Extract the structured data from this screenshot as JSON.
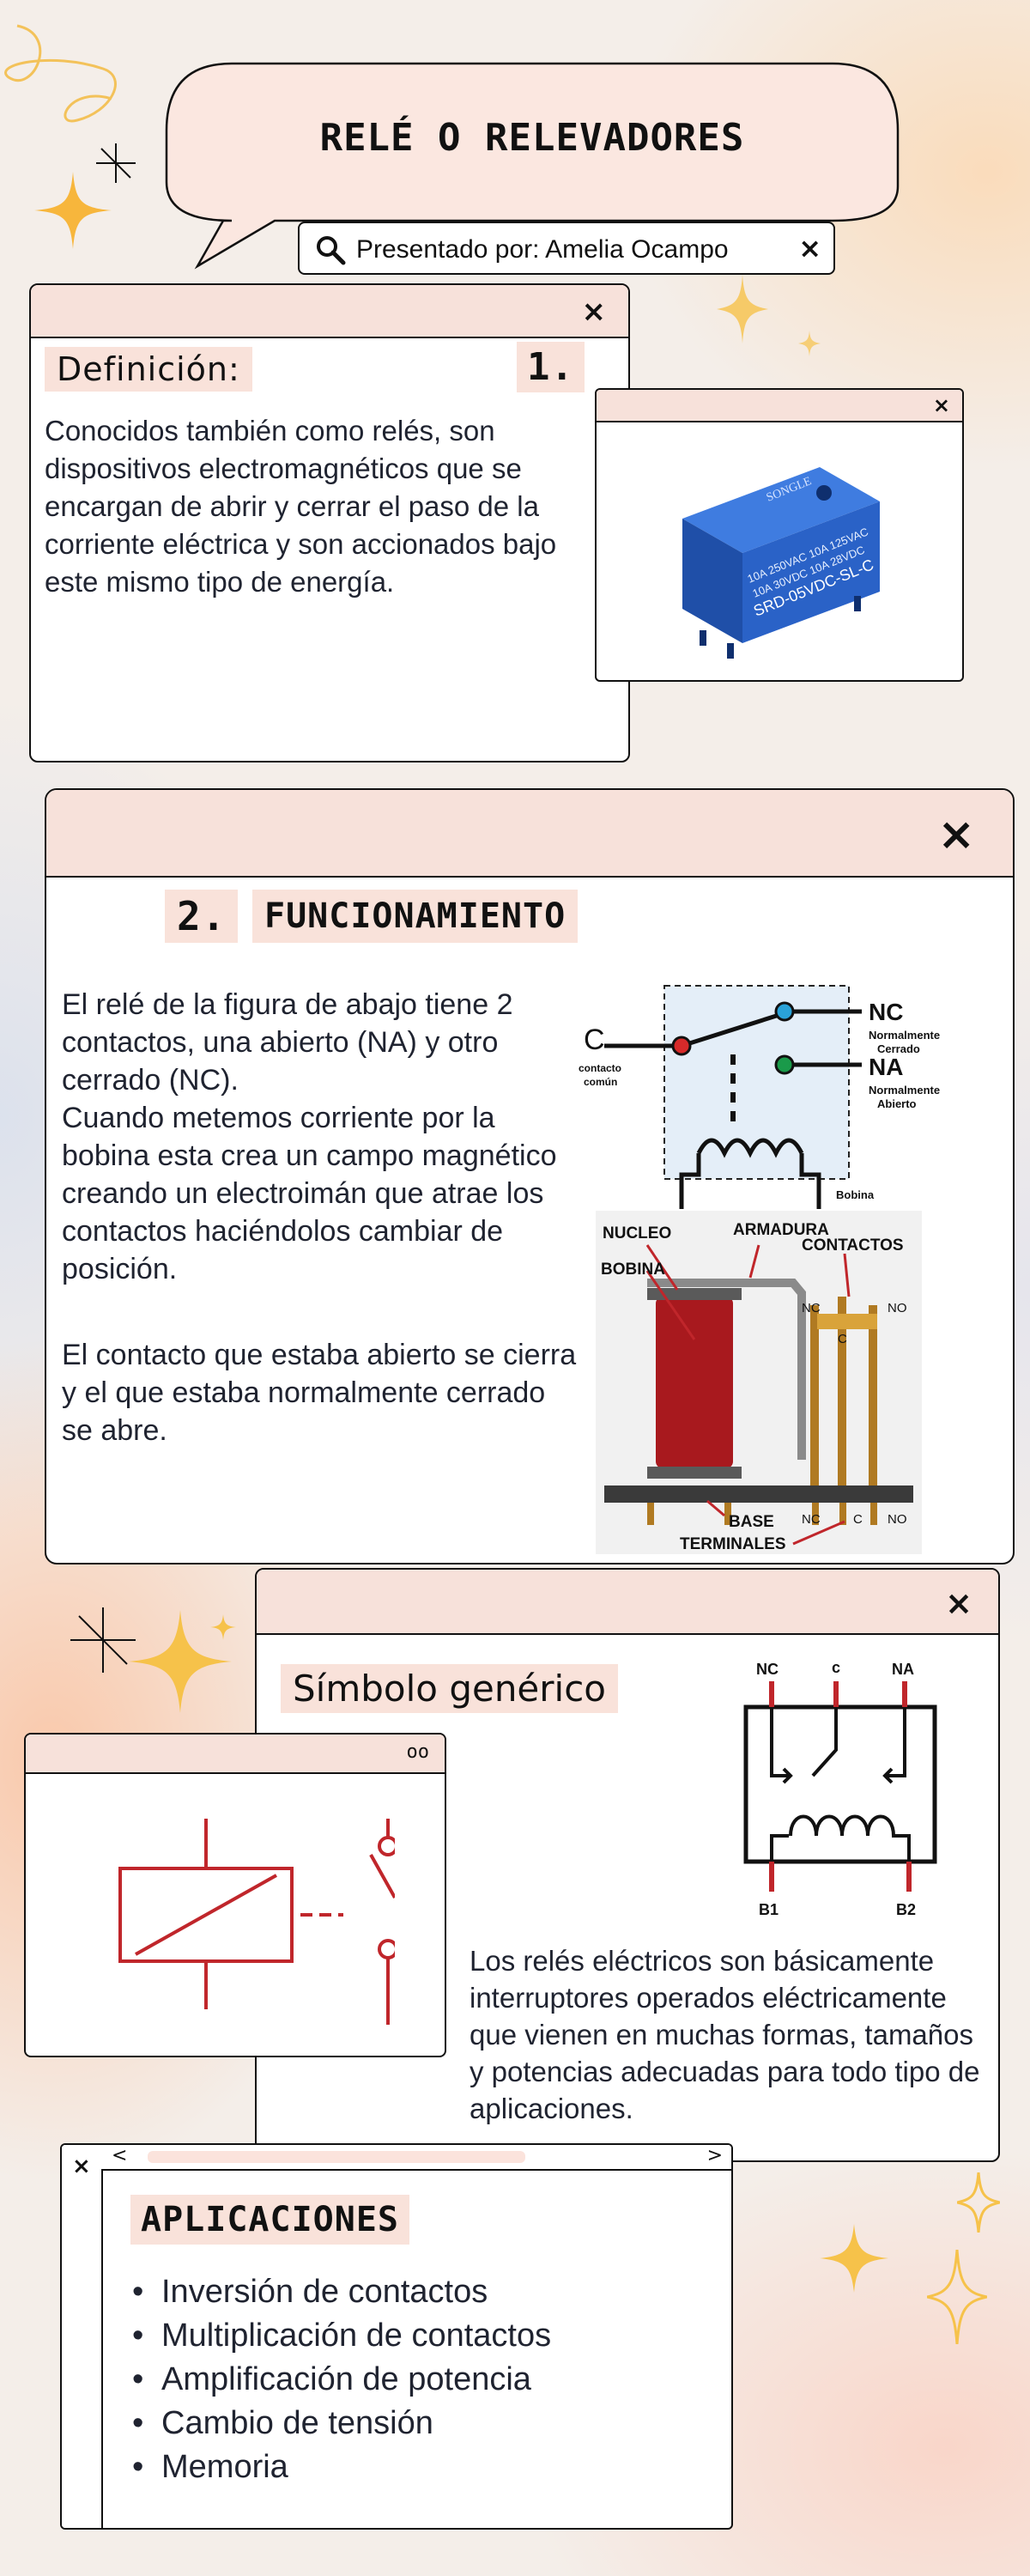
{
  "header": {
    "title": "RELÉ O RELEVADORES",
    "search": {
      "value": "Presentado por: Amelia Ocampo",
      "close": "×"
    }
  },
  "definicion": {
    "heading": "Definición:",
    "number": "1.",
    "body": "Conocidos también como relés, son dispositivos electromagnéticos que se encargan de abrir y cerrar el paso de la corriente eléctrica y son accionados bajo este mismo tipo de energía.",
    "close": "×",
    "image_close": "×",
    "relay_label": "SONGLE",
    "relay_model": "SRD-05VDC-SL-C",
    "relay_specs": [
      "10A 250VAC  10A 125VAC",
      "10A 30VDC  10A 28VDC"
    ]
  },
  "funcionamiento": {
    "number": "2.",
    "heading": "FUNCIONAMIENTO",
    "close": "×",
    "paragraph1": "El relé de la figura de abajo tiene 2 contactos, una abierto (NA) y otro cerrado (NC).",
    "paragraph2": "Cuando metemos corriente por la bobina esta crea un campo magnético creando un electroimán que atrae los contactos haciéndolos cambiar de posición.",
    "paragraph3": "El contacto que estaba abierto se cierra y el que estaba normalmente cerrado se abre.",
    "diagram": {
      "nc": "NC",
      "nc_sub1": "Normalmente",
      "nc_sub2": "Cerrado",
      "na": "NA",
      "na_sub1": "Normalmente",
      "na_sub2": "Abierto",
      "c": "C",
      "c_sub1": "contacto",
      "c_sub2": "común",
      "bobina_small": "Bobina",
      "nucleo": "NUCLEO",
      "armadura": "ARMADURA",
      "contactos": "CONTACTOS",
      "bobina": "BOBINA",
      "nc2": "NC",
      "no": "NO",
      "c2": "C",
      "base": "BASE",
      "terminales": "TERMINALES",
      "nc3": "NC",
      "c3": "C",
      "no2": "NO"
    }
  },
  "simbolo": {
    "heading": "Símbolo genérico",
    "close": "×",
    "body": "Los relés eléctricos son básicamente interruptores operados eléctricamente que vienen en muchas formas, tamaños y potencias adecuadas para todo tipo de aplicaciones.",
    "diagram": {
      "nc": "NC",
      "c": "c",
      "na": "NA",
      "b1": "B1",
      "b2": "B2"
    },
    "mini_window_buttons": "oo"
  },
  "aplicaciones": {
    "heading": "APLICACIONES",
    "close": "×",
    "prev": "<",
    "next": ">",
    "items": [
      "Inversión de contactos",
      "Multiplicación de contactos",
      "Amplificación de potencia",
      "Cambio de tensión",
      "Memoria"
    ]
  },
  "colors": {
    "accent_pink": "#f7e1da",
    "tag_pink": "#f9e2da",
    "text_dark": "#1f2330",
    "relay_blue": "#2a62c7",
    "symbol_red": "#c0262b",
    "sparkle_yellow": "#f6c24a"
  }
}
